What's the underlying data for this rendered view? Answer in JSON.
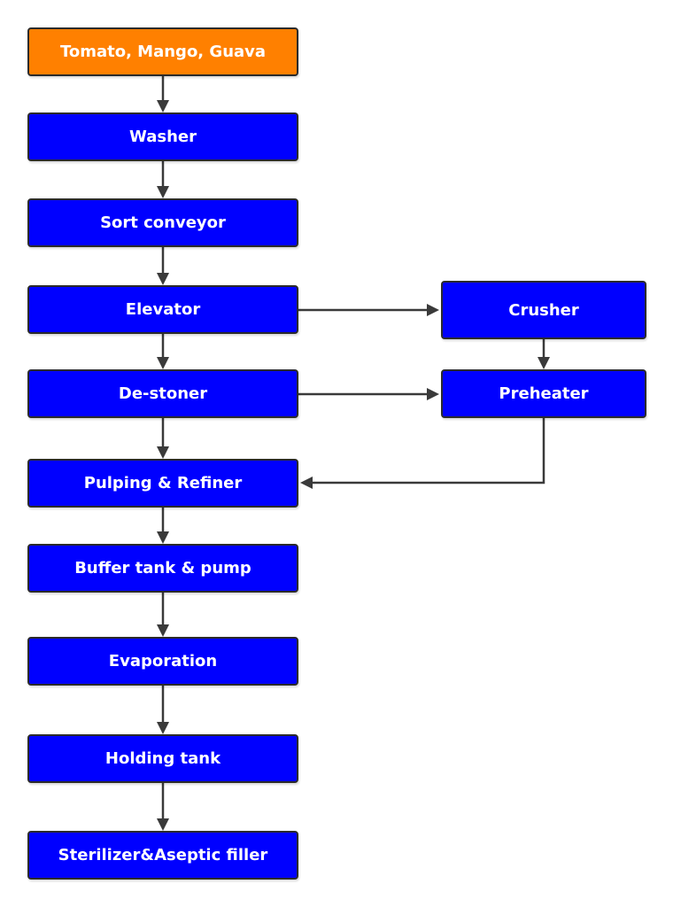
{
  "colors": {
    "start_fill": "#ff8000",
    "step_fill": "#0000ff",
    "text": "#ffffff",
    "arrow": "#3a3a3a"
  },
  "nodes": {
    "tomato": "Tomato, Mango, Guava",
    "washer": "Washer",
    "sort": "Sort conveyor",
    "elevator": "Elevator",
    "destoner": "De-stoner",
    "pulping": "Pulping & Refiner",
    "buffer": "Buffer tank & pump",
    "evaporation": "Evaporation",
    "holding": "Holding tank",
    "sterilizer": "Sterilizer&Aseptic filler",
    "crusher": "Crusher",
    "preheater": "Preheater"
  },
  "edges": [
    {
      "from": "tomato",
      "to": "washer"
    },
    {
      "from": "washer",
      "to": "sort"
    },
    {
      "from": "sort",
      "to": "elevator"
    },
    {
      "from": "elevator",
      "to": "destoner"
    },
    {
      "from": "elevator",
      "to": "crusher"
    },
    {
      "from": "crusher",
      "to": "preheater"
    },
    {
      "from": "destoner",
      "to": "preheater"
    },
    {
      "from": "destoner",
      "to": "pulping"
    },
    {
      "from": "preheater",
      "to": "pulping"
    },
    {
      "from": "pulping",
      "to": "buffer"
    },
    {
      "from": "buffer",
      "to": "evaporation"
    },
    {
      "from": "evaporation",
      "to": "holding"
    },
    {
      "from": "holding",
      "to": "sterilizer"
    }
  ]
}
